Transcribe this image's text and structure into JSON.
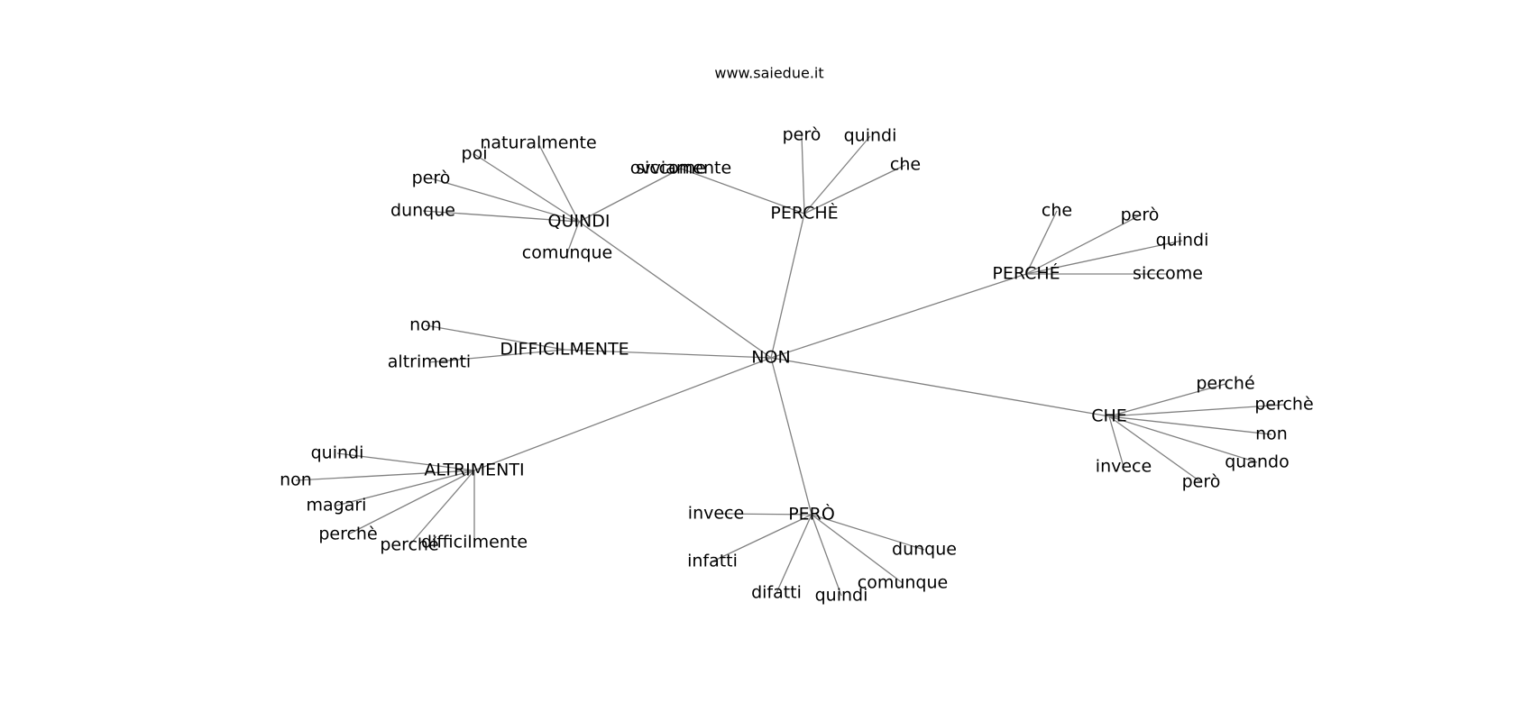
{
  "header": {
    "site": "www.saiedue.it"
  },
  "graph": {
    "nodes": [
      {
        "id": "n0",
        "label": "NON"
      },
      {
        "id": "n1",
        "label": "QUINDI"
      },
      {
        "id": "n2",
        "label": "PERCHÈ"
      },
      {
        "id": "n3",
        "label": "PERCHÉ"
      },
      {
        "id": "n4",
        "label": "DIFFICILMENTE"
      },
      {
        "id": "n5",
        "label": "CHE"
      },
      {
        "id": "n6",
        "label": "ALTRIMENTI"
      },
      {
        "id": "n7",
        "label": "PERÒ"
      },
      {
        "id": "q1",
        "label": "naturalmente"
      },
      {
        "id": "q2",
        "label": "poi"
      },
      {
        "id": "q3",
        "label": "però"
      },
      {
        "id": "q4",
        "label": "dunque"
      },
      {
        "id": "q5",
        "label": "comunque"
      },
      {
        "id": "q6",
        "label": "ovviamente"
      },
      {
        "id": "p1",
        "label": "siccome"
      },
      {
        "id": "p2",
        "label": "però"
      },
      {
        "id": "p3",
        "label": "quindi"
      },
      {
        "id": "p4",
        "label": "che"
      },
      {
        "id": "e1",
        "label": "che"
      },
      {
        "id": "e2",
        "label": "però"
      },
      {
        "id": "e3",
        "label": "quindi"
      },
      {
        "id": "e4",
        "label": "siccome"
      },
      {
        "id": "d1",
        "label": "non"
      },
      {
        "id": "d2",
        "label": "altrimenti"
      },
      {
        "id": "c1",
        "label": "perché"
      },
      {
        "id": "c2",
        "label": "perchè"
      },
      {
        "id": "c3",
        "label": "non"
      },
      {
        "id": "c4",
        "label": "quando"
      },
      {
        "id": "c5",
        "label": "però"
      },
      {
        "id": "c6",
        "label": "invece"
      },
      {
        "id": "a1",
        "label": "quindi"
      },
      {
        "id": "a2",
        "label": "non"
      },
      {
        "id": "a3",
        "label": "magari"
      },
      {
        "id": "a4",
        "label": "perchè"
      },
      {
        "id": "a5",
        "label": "perché"
      },
      {
        "id": "a6",
        "label": "difficilmente"
      },
      {
        "id": "r1",
        "label": "invece"
      },
      {
        "id": "r2",
        "label": "infatti"
      },
      {
        "id": "r3",
        "label": "difatti"
      },
      {
        "id": "r4",
        "label": "quindi"
      },
      {
        "id": "r5",
        "label": "comunque"
      },
      {
        "id": "r6",
        "label": "dunque"
      }
    ],
    "edges": [
      [
        "n0",
        "n1"
      ],
      [
        "n0",
        "n2"
      ],
      [
        "n0",
        "n3"
      ],
      [
        "n0",
        "n4"
      ],
      [
        "n0",
        "n5"
      ],
      [
        "n0",
        "n6"
      ],
      [
        "n0",
        "n7"
      ],
      [
        "n1",
        "q1"
      ],
      [
        "n1",
        "q2"
      ],
      [
        "n1",
        "q3"
      ],
      [
        "n1",
        "q4"
      ],
      [
        "n1",
        "q5"
      ],
      [
        "n1",
        "q6"
      ],
      [
        "n2",
        "q6"
      ],
      [
        "n2",
        "p2"
      ],
      [
        "n2",
        "p3"
      ],
      [
        "n2",
        "p4"
      ],
      [
        "n3",
        "e1"
      ],
      [
        "n3",
        "e2"
      ],
      [
        "n3",
        "e3"
      ],
      [
        "n3",
        "e4"
      ],
      [
        "n4",
        "d1"
      ],
      [
        "n4",
        "d2"
      ],
      [
        "n5",
        "c1"
      ],
      [
        "n5",
        "c2"
      ],
      [
        "n5",
        "c3"
      ],
      [
        "n5",
        "c4"
      ],
      [
        "n5",
        "c5"
      ],
      [
        "n5",
        "c6"
      ],
      [
        "n6",
        "a1"
      ],
      [
        "n6",
        "a2"
      ],
      [
        "n6",
        "a3"
      ],
      [
        "n6",
        "a4"
      ],
      [
        "n6",
        "a5"
      ],
      [
        "n6",
        "a6"
      ],
      [
        "n7",
        "r1"
      ],
      [
        "n7",
        "r2"
      ],
      [
        "n7",
        "r3"
      ],
      [
        "n7",
        "r4"
      ],
      [
        "n7",
        "r5"
      ],
      [
        "n7",
        "r6"
      ]
    ]
  }
}
